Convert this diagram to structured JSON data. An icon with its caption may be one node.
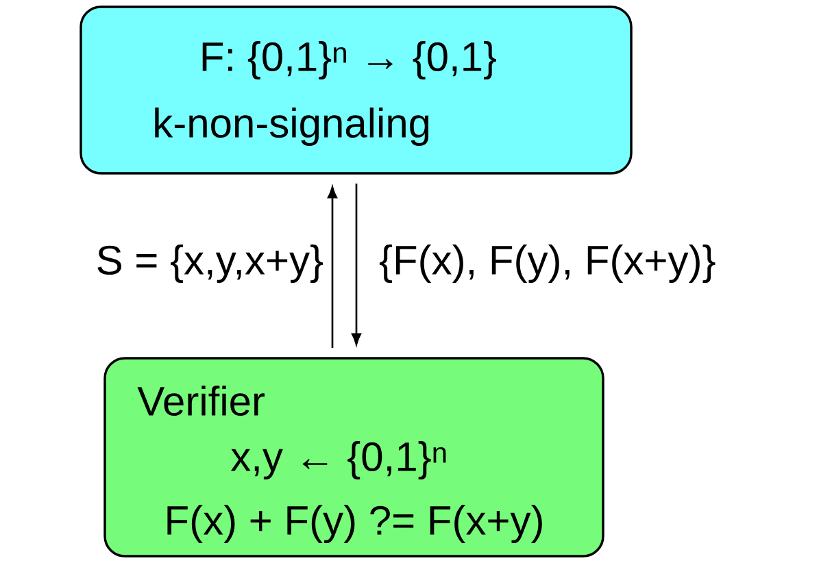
{
  "diagram": {
    "nodes": [
      {
        "text": [
          "F: {0,1}$^{n}$ → {0,1}",
          "k-non-signaling"
        ]
      },
      {
        "text": [
          "Verifier",
          "x,y ← {0,1}$^{n}$",
          "F(x) + F(y) ?= F(x+y)"
        ]
      }
    ],
    "edges": [
      {
        "from": 1,
        "to": 0,
        "arrow": "to",
        "label": "S = {x,y,x+y}"
      },
      {
        "from": 0,
        "to": 1,
        "arrow": "to",
        "label": "{F(x), F(y), F(x+y)}"
      }
    ]
  }
}
